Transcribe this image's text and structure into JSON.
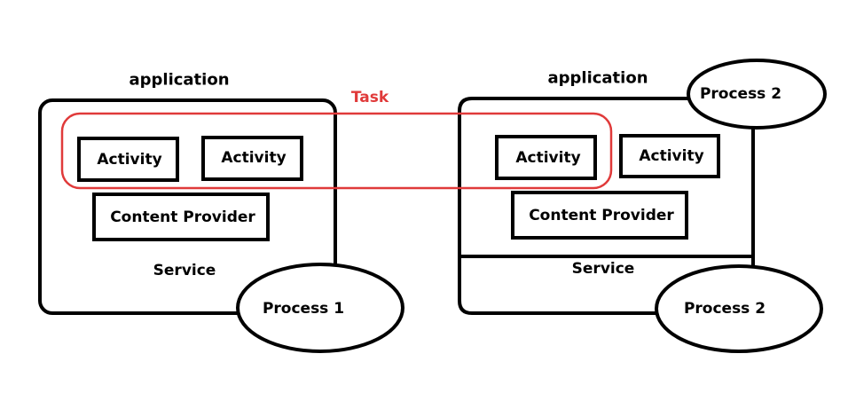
{
  "colors": {
    "stroke": "#000000",
    "task": "#e03a3a",
    "background": "#ffffff"
  },
  "left_app": {
    "title": "application",
    "activities": [
      "Activity",
      "Activity"
    ],
    "content_provider": "Content Provider",
    "service": "Service",
    "process": "Process 1"
  },
  "right_app": {
    "title": "application",
    "top_process": "Process 2",
    "activities": [
      "Activity",
      "Activity"
    ],
    "content_provider": "Content Provider",
    "service": "Service",
    "bottom_process": "Process 2"
  },
  "task_label": "Task"
}
